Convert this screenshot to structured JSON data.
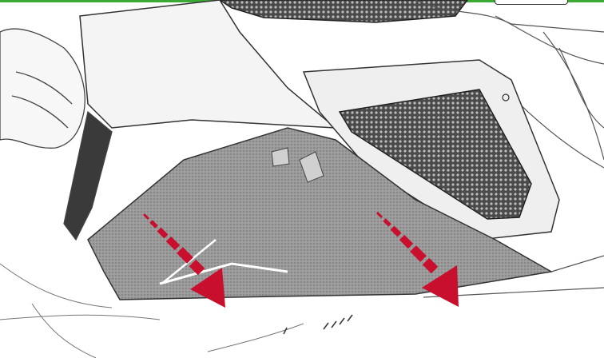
{
  "header": {
    "accent_color": "#3aaa35"
  },
  "illustration": {
    "subject": "sketch-of-motorcycle-front-lower-fairing-removal",
    "arrow_color": "#c8102e",
    "arrows": [
      {
        "name": "left-removal-arrow",
        "direction": "down-right"
      },
      {
        "name": "right-removal-arrow",
        "direction": "down-right"
      }
    ]
  }
}
